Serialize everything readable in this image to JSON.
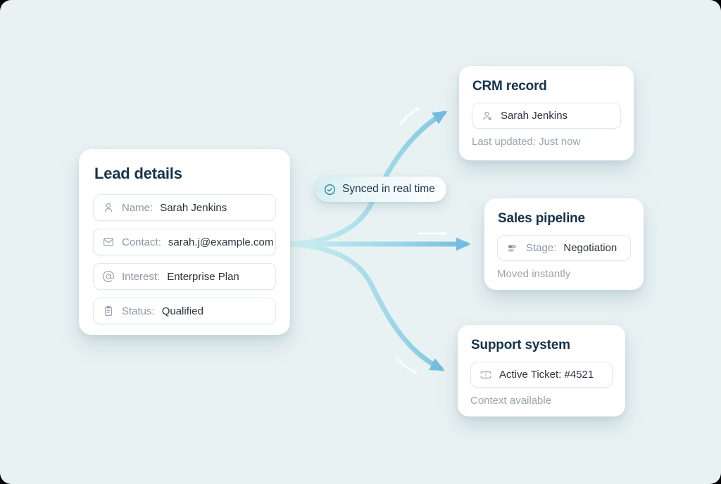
{
  "colors": {
    "background": "#e9f2f3",
    "card": "#ffffff",
    "title": "#16324c",
    "field_label": "#8d97a3",
    "field_value": "#2b333d",
    "caption": "#9aa4ae",
    "line_start": "#cdeff1",
    "line_end": "#6fb7da",
    "arrowhead": "#74bddf",
    "badge_check": "#3b8b9d"
  },
  "lead_card": {
    "title": "Lead details",
    "fields": [
      {
        "icon": "user-icon",
        "label": "Name:",
        "value": "Sarah Jenkins"
      },
      {
        "icon": "mail-icon",
        "label": "Contact:",
        "value": "sarah.j@example.com"
      },
      {
        "icon": "at-sign-icon",
        "label": "Interest:",
        "value": "Enterprise Plan"
      },
      {
        "icon": "clipboard-icon",
        "label": "Status:",
        "value": "Qualified"
      }
    ]
  },
  "sync_badge": {
    "icon": "check-circle-icon",
    "label": "Synced in real time"
  },
  "crm_card": {
    "title": "CRM record",
    "field": {
      "icon": "user-status-icon",
      "value": "Sarah Jenkins"
    },
    "caption": "Last updated: Just now"
  },
  "sales_card": {
    "title": "Sales pipeline",
    "field": {
      "icon": "pipeline-stages-icon",
      "label": "Stage:",
      "value": "Negotiation"
    },
    "caption": "Moved instantly"
  },
  "support_card": {
    "title": "Support system",
    "field": {
      "icon": "ticket-icon",
      "value": "Active Ticket: #4521"
    },
    "caption": "Context available"
  }
}
